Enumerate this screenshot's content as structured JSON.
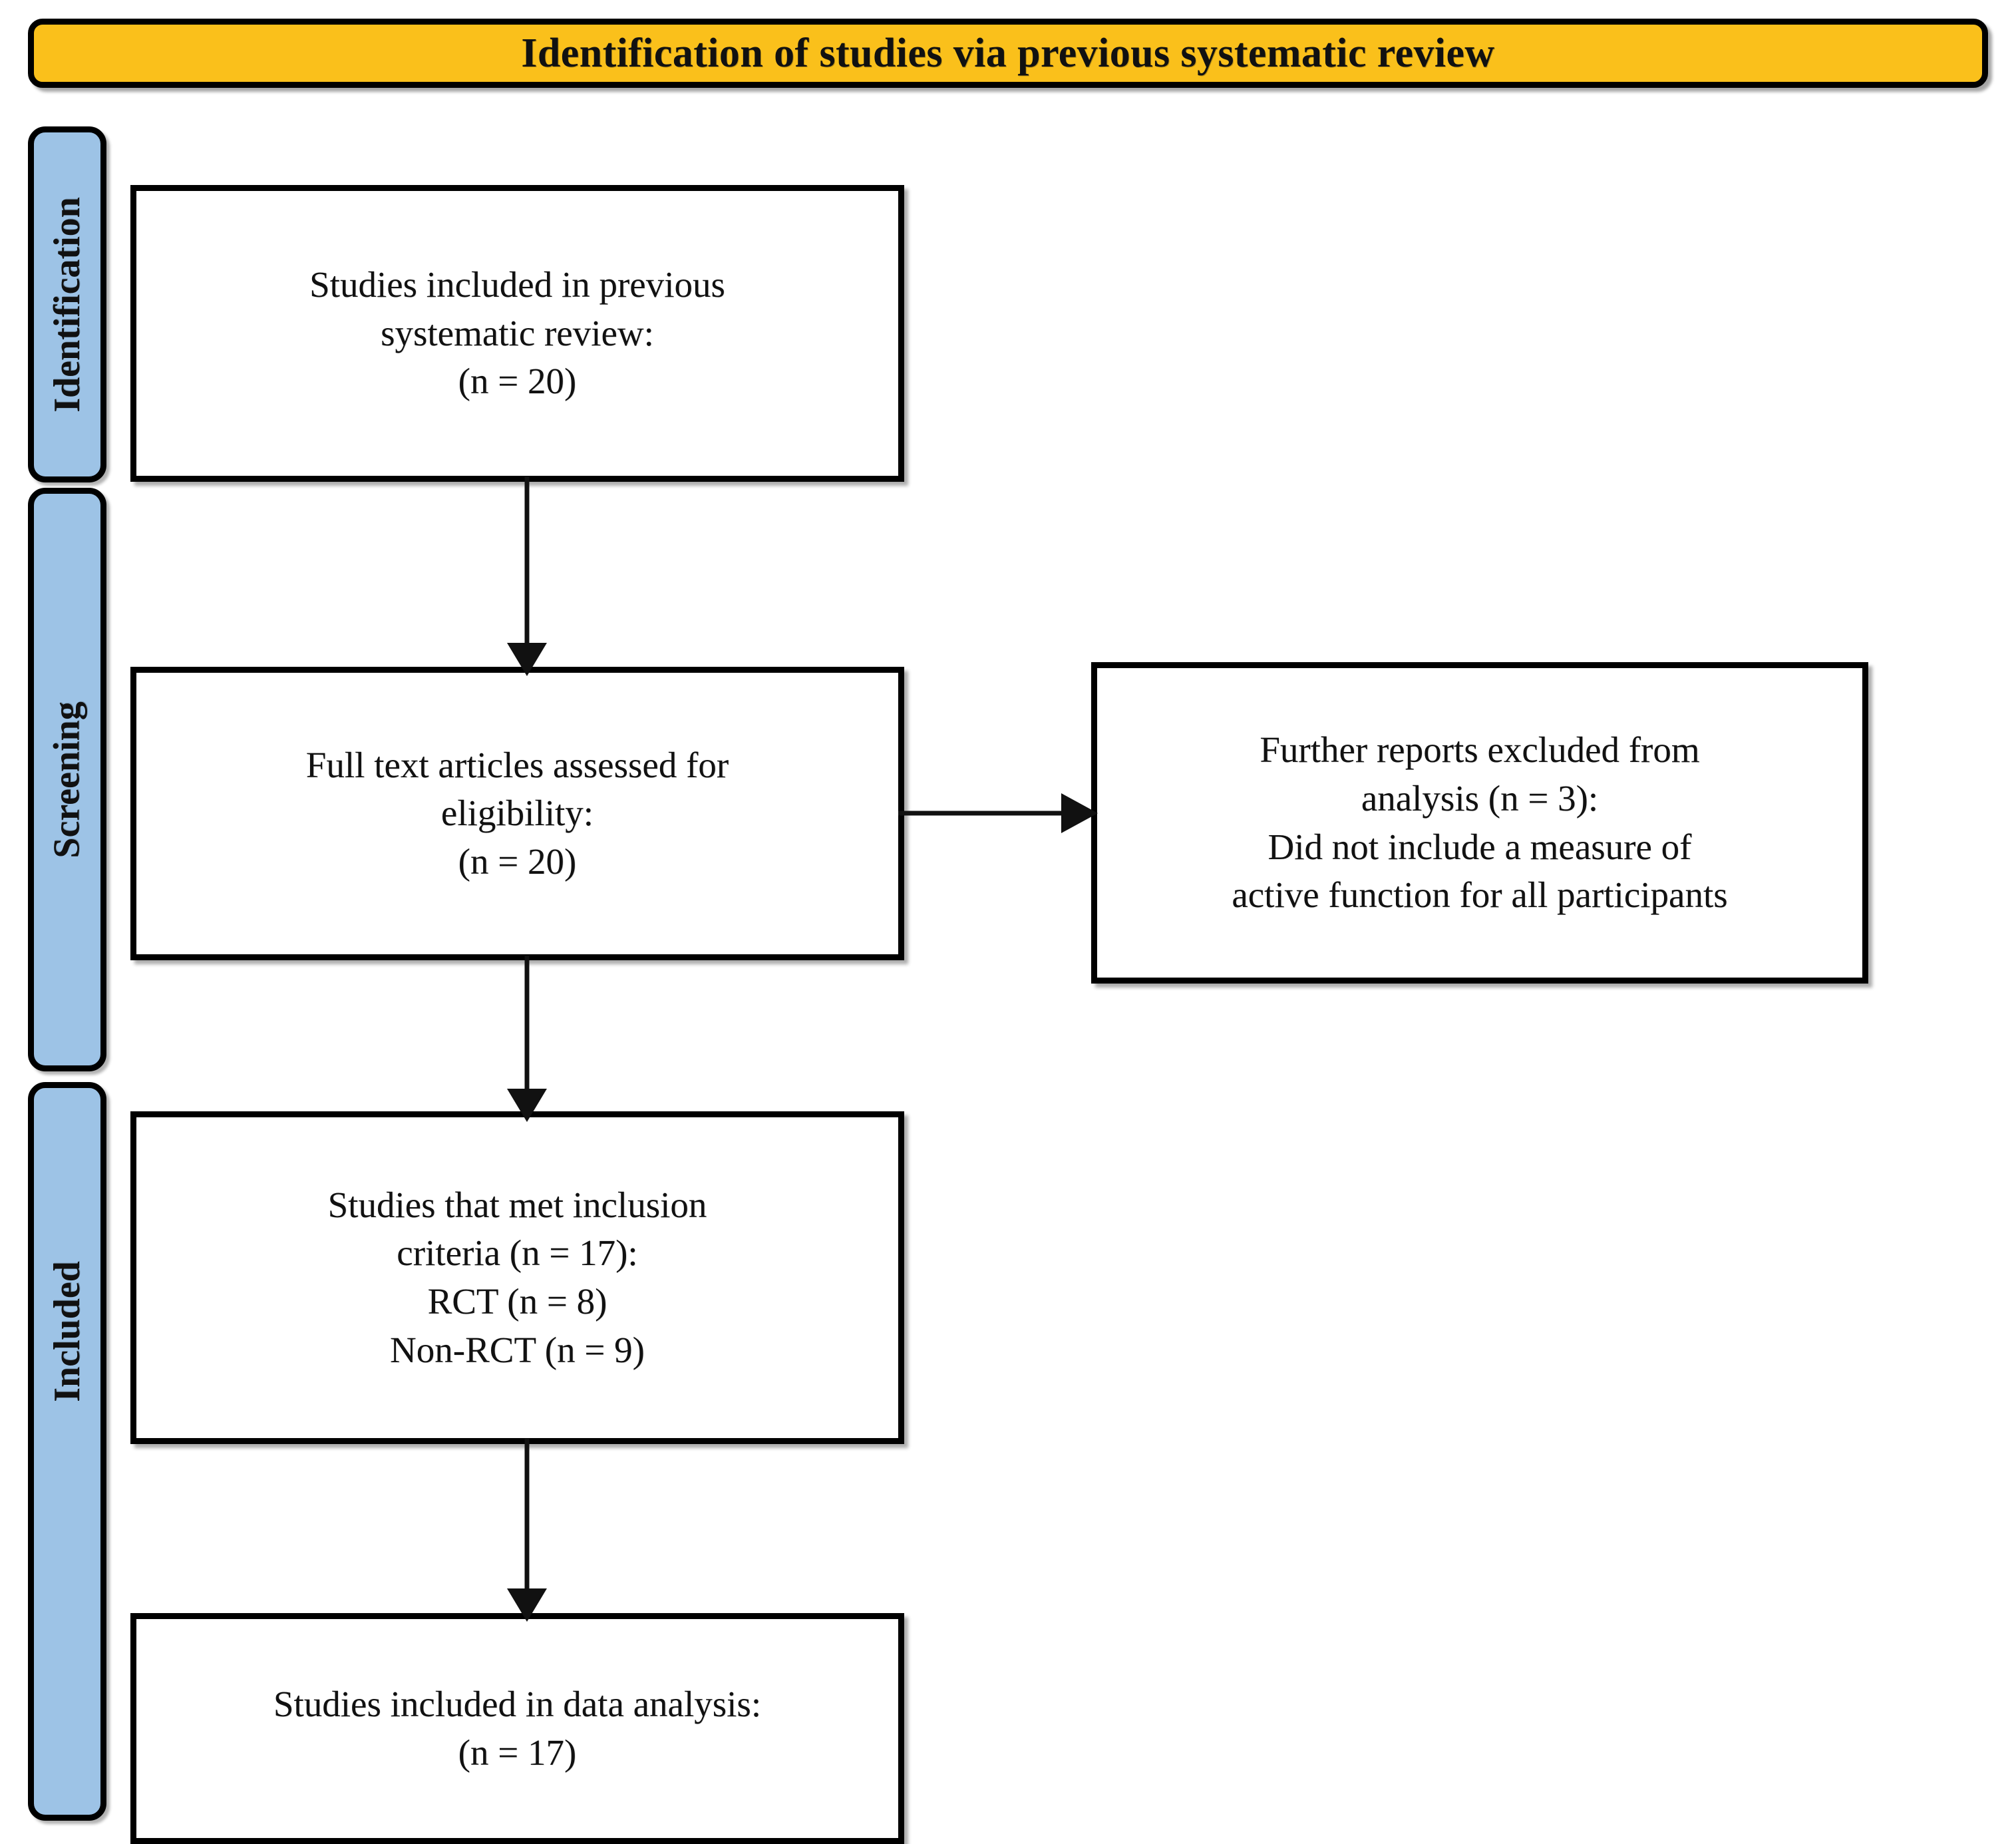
{
  "header": {
    "title": "Identification of studies via previous systematic review",
    "bg_color": "#FAC01B",
    "border_color": "#000000"
  },
  "rails": {
    "bg_color": "#9DC3E6",
    "border_color": "#000000",
    "items": [
      {
        "id": "identification",
        "label": "Identification"
      },
      {
        "id": "screening",
        "label": "Screening"
      },
      {
        "id": "included",
        "label": "Included"
      }
    ]
  },
  "boxes": {
    "previous_review": {
      "name": "Studies included in previous systematic review",
      "lines": [
        "Studies included in previous",
        "systematic review:",
        "(n = 20)"
      ],
      "count": 20
    },
    "fulltext": {
      "name": "Full text articles assessed for eligibility",
      "lines": [
        "Full text articles assessed for",
        "eligibility:",
        "(n = 20)"
      ],
      "count": 20
    },
    "excluded": {
      "name": "Further reports excluded from analysis",
      "lines": [
        "Further reports excluded from",
        "analysis (n = 3):",
        "Did not include a measure of",
        "active function for all participants"
      ],
      "count": 3
    },
    "inclusion": {
      "name": "Studies that met inclusion criteria",
      "lines": [
        "Studies that met inclusion",
        "criteria (n = 17):",
        "RCT (n = 8)",
        "Non-RCT (n = 9)"
      ],
      "count": 17,
      "rct": 8,
      "non_rct": 9
    },
    "data_analysis": {
      "name": "Studies included in data analysis",
      "lines": [
        "Studies included in data analysis:",
        "(n = 17)"
      ],
      "count": 17
    }
  },
  "arrows": [
    {
      "id": "previous-to-fulltext",
      "direction": "down"
    },
    {
      "id": "fulltext-to-excluded",
      "direction": "right"
    },
    {
      "id": "fulltext-to-inclusion",
      "direction": "down"
    },
    {
      "id": "inclusion-to-analysis",
      "direction": "down"
    }
  ]
}
